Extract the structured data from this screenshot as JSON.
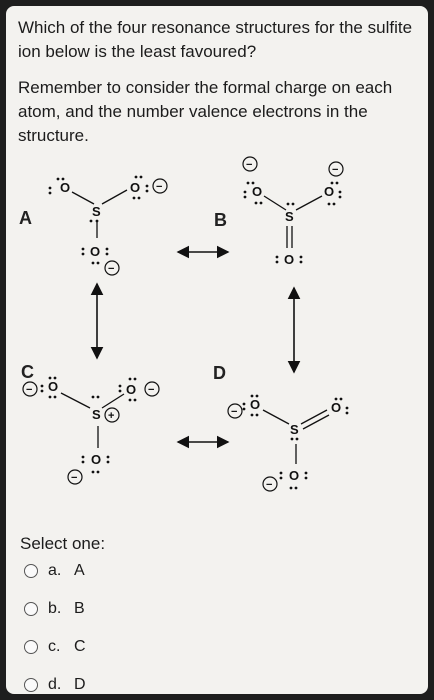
{
  "question": {
    "line1": "Which of the four resonance structures for the sulfite ion below is the least favoured?",
    "line2": "Remember to consider the formal charge on each atom, and the number valence electrons in the structure."
  },
  "diagram": {
    "labels": {
      "A": "A",
      "B": "B",
      "C": "C",
      "D": "D"
    },
    "atoms": {
      "sulfur": "S",
      "oxygen": "O"
    },
    "charges": {
      "minus": "−",
      "plus": "+"
    }
  },
  "select_label": "Select one:",
  "options": [
    {
      "letter": "a.",
      "text": "A"
    },
    {
      "letter": "b.",
      "text": "B"
    },
    {
      "letter": "c.",
      "text": "C"
    },
    {
      "letter": "d.",
      "text": "D"
    }
  ]
}
